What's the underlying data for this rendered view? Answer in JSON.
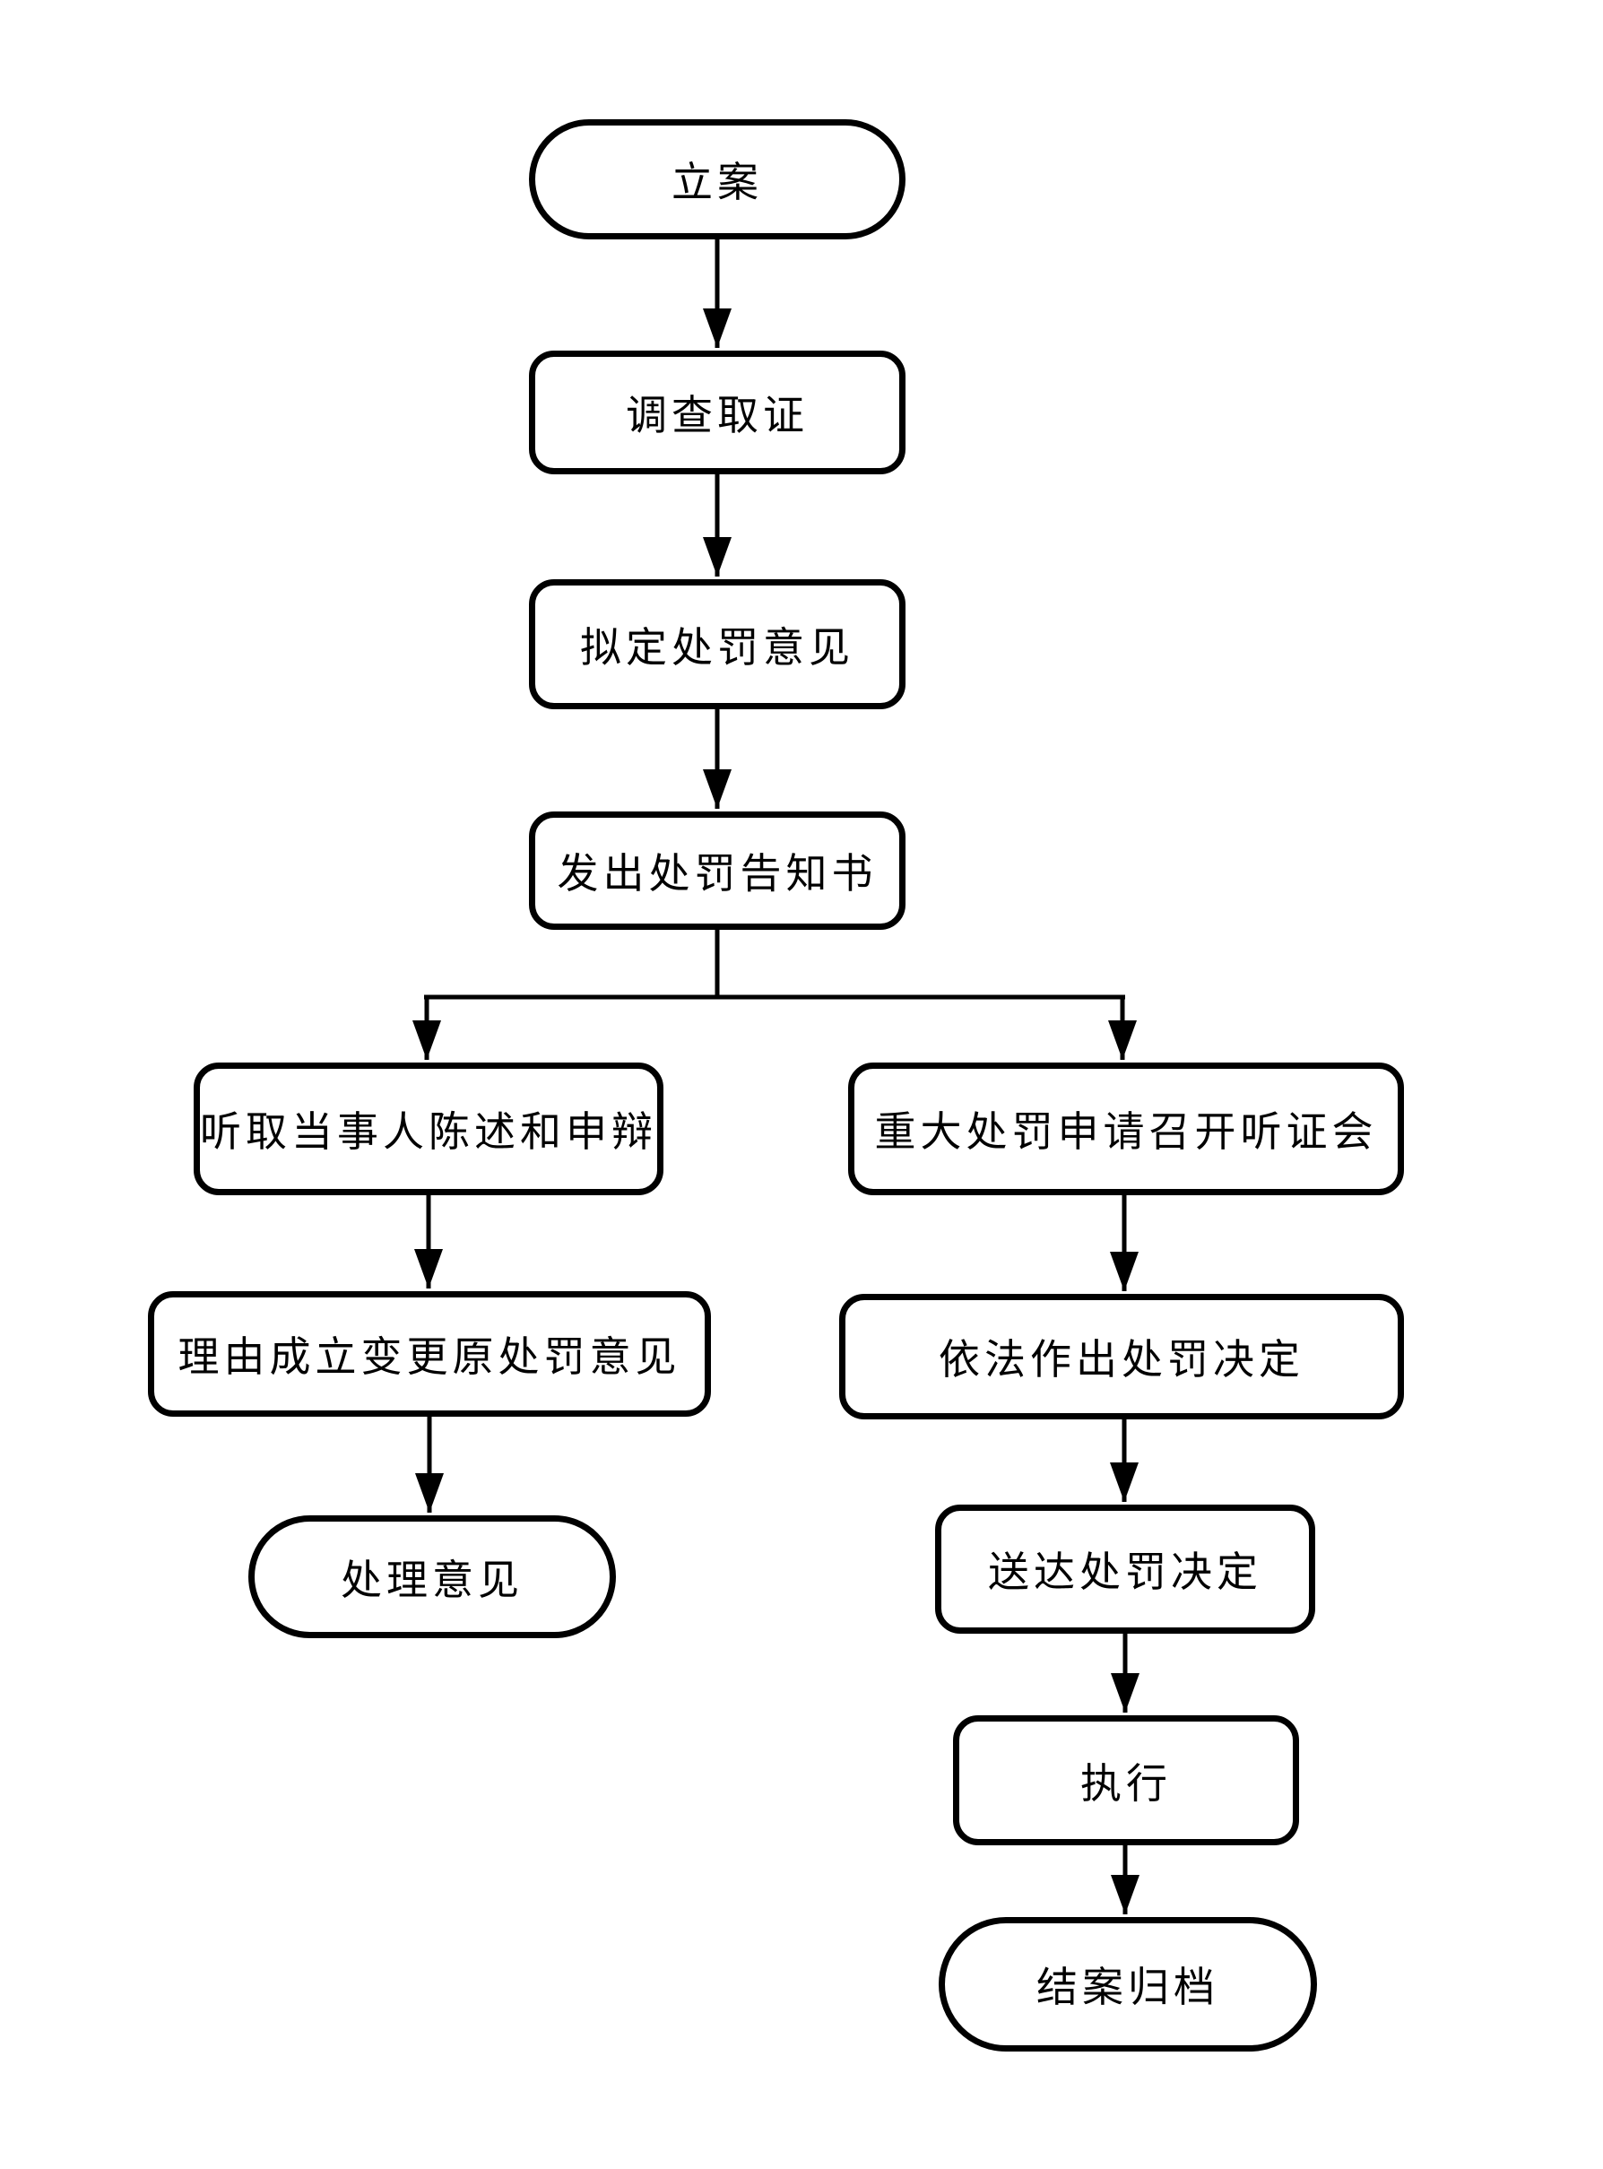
{
  "diagram": {
    "type": "flowchart",
    "background_color": "#ffffff",
    "stroke_color": "#000000",
    "nodes": {
      "lian": {
        "label": "立案",
        "shape": "stadium"
      },
      "diaocha": {
        "label": "调查取证",
        "shape": "rounded-rect"
      },
      "niding": {
        "label": "拟定处罚意见",
        "shape": "rounded-rect"
      },
      "fachu": {
        "label": "发出处罚告知书",
        "shape": "rounded-rect"
      },
      "tingqu": {
        "label": "听取当事人陈述和申辩",
        "shape": "rounded-rect"
      },
      "zhongda": {
        "label": "重大处罚申请召开听证会",
        "shape": "rounded-rect"
      },
      "liyou": {
        "label": "理由成立变更原处罚意见",
        "shape": "rounded-rect"
      },
      "yifa": {
        "label": "依法作出处罚决定",
        "shape": "rounded-rect"
      },
      "chuli": {
        "label": "处理意见",
        "shape": "stadium"
      },
      "songda": {
        "label": "送达处罚决定",
        "shape": "rounded-rect"
      },
      "zhixing": {
        "label": "执行",
        "shape": "rounded-rect"
      },
      "jiean": {
        "label": "结案归档",
        "shape": "stadium"
      }
    },
    "edges": [
      {
        "from": "立案",
        "to": "调查取证"
      },
      {
        "from": "调查取证",
        "to": "拟定处罚意见"
      },
      {
        "from": "拟定处罚意见",
        "to": "发出处罚告知书"
      },
      {
        "from": "发出处罚告知书",
        "to": "听取当事人陈述和申辩"
      },
      {
        "from": "发出处罚告知书",
        "to": "重大处罚申请召开听证会"
      },
      {
        "from": "听取当事人陈述和申辩",
        "to": "理由成立变更原处罚意见"
      },
      {
        "from": "理由成立变更原处罚意见",
        "to": "处理意见"
      },
      {
        "from": "重大处罚申请召开听证会",
        "to": "依法作出处罚决定"
      },
      {
        "from": "依法作出处罚决定",
        "to": "送达处罚决定"
      },
      {
        "from": "送达处罚决定",
        "to": "执行"
      },
      {
        "from": "执行",
        "to": "结案归档"
      }
    ]
  }
}
